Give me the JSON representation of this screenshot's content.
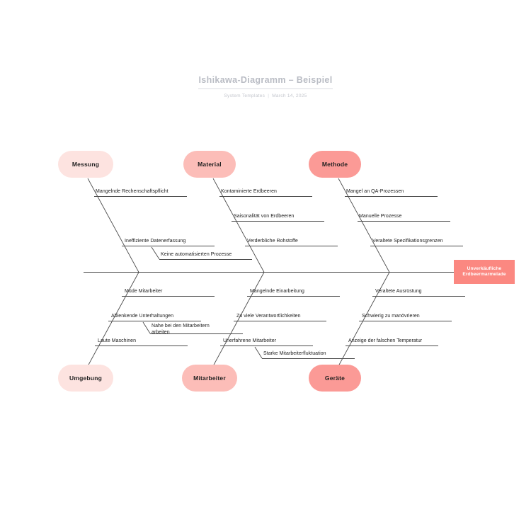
{
  "header": {
    "title": "Ishikawa-Diagramm – Beispiel",
    "author": "System Templates",
    "separator": "|",
    "date": "March 14, 2025"
  },
  "diagram": {
    "type": "ishikawa-fishbone",
    "effect": {
      "label": "Unverkäufliche Erdbeermarmelade",
      "color": "#fb8881",
      "text_color": "#ffffff"
    },
    "colors": {
      "lightest": "#fde3e0",
      "light": "#fdd4d0",
      "medium": "#fcbdb8",
      "strong": "#fba9a4",
      "darkest": "#fb9a96",
      "line": "#4a4a4a",
      "title": "#b9bcc4",
      "subtitle": "#c3c6cd"
    },
    "categories": [
      {
        "id": "messung",
        "label": "Messung",
        "position": "top",
        "color": "#fde3e0",
        "causes": [
          {
            "label": "Mangelnde Rechenschaftspflicht",
            "sub": false
          },
          {
            "label": "Ineffiziente Datenerfassung",
            "sub": false
          },
          {
            "label": "Keine automatisierten Prozesse",
            "sub": true
          }
        ]
      },
      {
        "id": "material",
        "label": "Material",
        "position": "top",
        "color": "#fcbdb8",
        "causes": [
          {
            "label": "Kontaminierte Erdbeeren",
            "sub": false
          },
          {
            "label": "Saisonalität von Erdbeeren",
            "sub": false
          },
          {
            "label": "Verderbliche Rohstoffe",
            "sub": false
          }
        ]
      },
      {
        "id": "methode",
        "label": "Methode",
        "position": "top",
        "color": "#fb9a96",
        "causes": [
          {
            "label": "Mangel an QA-Prozessen",
            "sub": false
          },
          {
            "label": "Manuelle Prozesse",
            "sub": false
          },
          {
            "label": "Veraltete Spezifikationsgrenzen",
            "sub": false
          }
        ]
      },
      {
        "id": "umgebung",
        "label": "Umgebung",
        "position": "bottom",
        "color": "#fde3e0",
        "causes": [
          {
            "label": "Müde Mitarbeiter",
            "sub": false
          },
          {
            "label": "Ablenkende Unterhaltungen",
            "sub": false
          },
          {
            "label": "Nahe bei den Mitarbeitern arbeiten",
            "sub": true
          },
          {
            "label": "Laute Maschinen",
            "sub": false
          }
        ]
      },
      {
        "id": "mitarbeiter",
        "label": "Mitarbeiter",
        "position": "bottom",
        "color": "#fcbdb8",
        "causes": [
          {
            "label": "Mangelnde Einarbeitung",
            "sub": false
          },
          {
            "label": "Zu viele Verantwortlichkeiten",
            "sub": false
          },
          {
            "label": "Unerfahrene Mitarbeiter",
            "sub": false
          },
          {
            "label": "Starke Mitarbeiterfluktuation",
            "sub": true
          }
        ]
      },
      {
        "id": "geraete",
        "label": "Geräte",
        "position": "bottom",
        "color": "#fb9a96",
        "causes": [
          {
            "label": "Veraltete Ausrüstung",
            "sub": false
          },
          {
            "label": "Schwierig zu manövrieren",
            "sub": false
          },
          {
            "label": "Anzeige der falschen Temperatur",
            "sub": false
          }
        ]
      }
    ]
  }
}
